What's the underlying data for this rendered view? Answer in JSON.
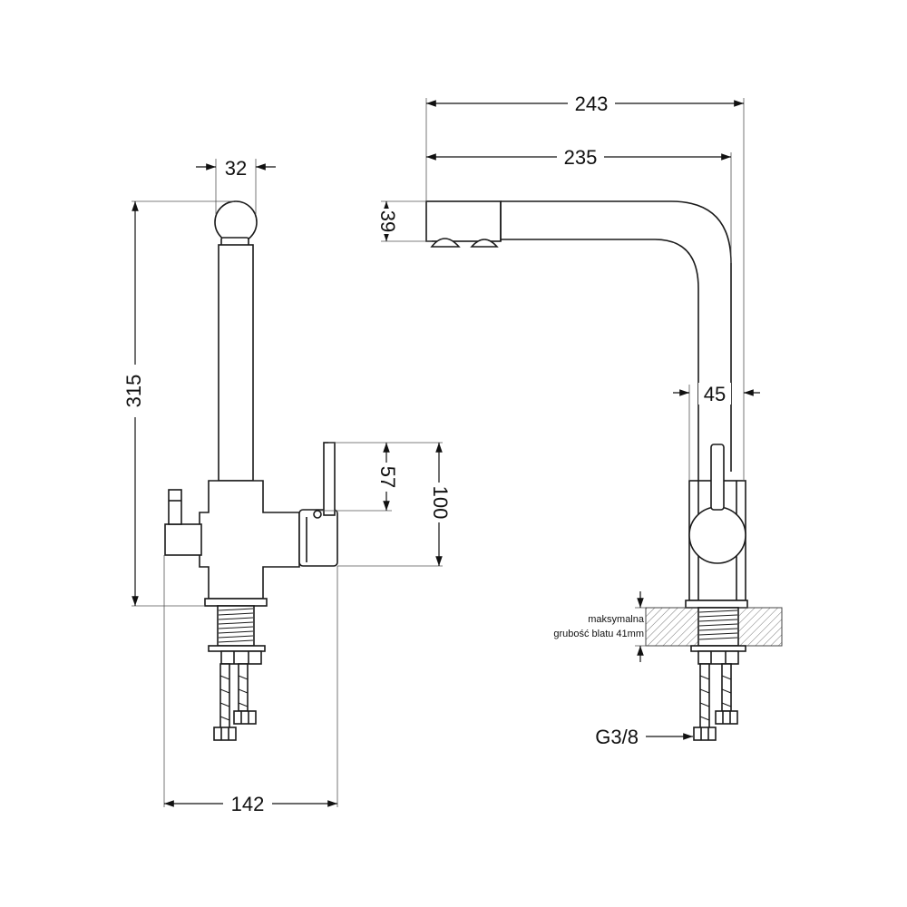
{
  "dimensions": {
    "d32": "32",
    "d315": "315",
    "d142": "142",
    "d57": "57",
    "d100": "100",
    "d243": "243",
    "d235": "235",
    "d39": "39",
    "d45": "45"
  },
  "notes": {
    "countertop_line1": "maksymalna",
    "countertop_line2": "grubość blatu 41mm",
    "connection": "G3/8"
  }
}
